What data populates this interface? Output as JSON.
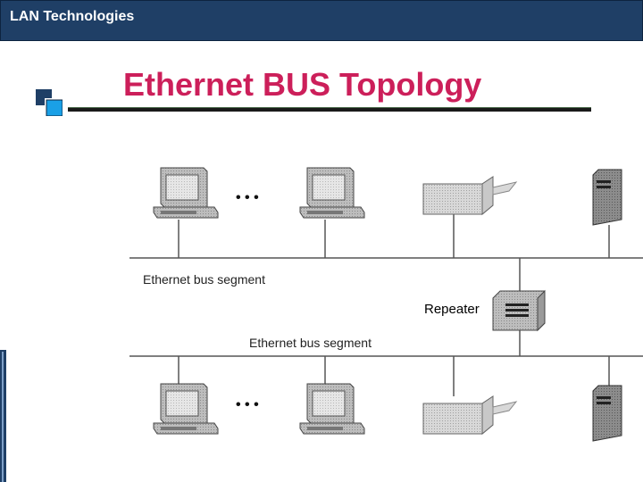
{
  "header": {
    "title": "LAN Technologies"
  },
  "slide": {
    "title": "Ethernet BUS Topology"
  },
  "diagram": {
    "segment_label_top": "Ethernet bus segment",
    "segment_label_bottom": "Ethernet bus segment",
    "repeater_label": "Repeater",
    "ellipsis_top": "• • •",
    "ellipsis_bottom": "• • •"
  },
  "colors": {
    "header_bg": "#1f3f66",
    "title_text": "#cc1f5a"
  }
}
